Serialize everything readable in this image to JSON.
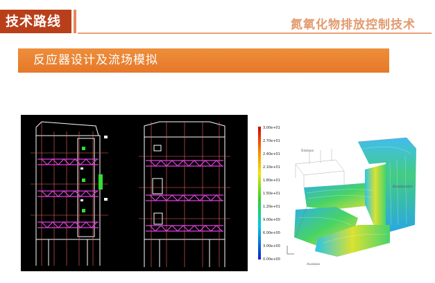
{
  "header": {
    "title": "技术路线",
    "subtitle": "氮氧化物排放控制技术"
  },
  "section": {
    "heading": "反应器设计及流场模拟"
  },
  "cfd_figure": {
    "scale_values": [
      "3.00e+01",
      "2.70e+01",
      "2.40e+01",
      "2.10e+01",
      "1.80e+01",
      "1.50e+01",
      "1.20e+01",
      "9.00e+00",
      "6.00e+00",
      "3.00e+00",
      "0.00e+00"
    ],
    "inlet_label": "Einlass",
    "outlet_label": "Auslass",
    "reactor_label": "Katalysator"
  }
}
